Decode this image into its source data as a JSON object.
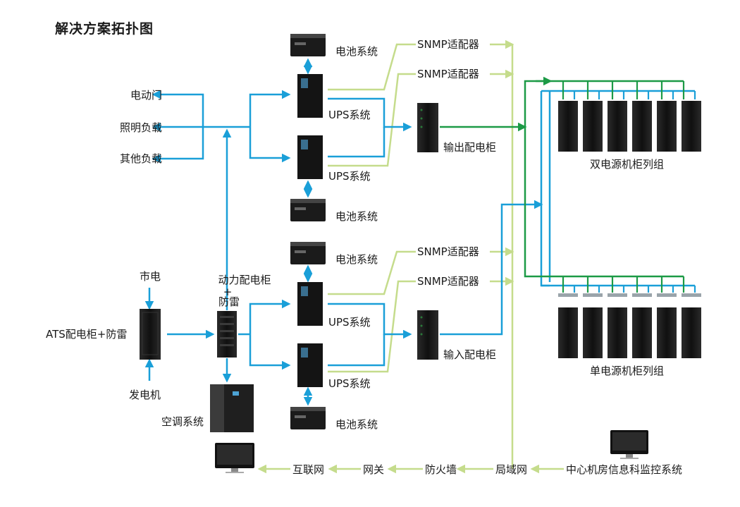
{
  "title": "解决方案拓扑图",
  "labels": {
    "door": "电动门",
    "lighting": "照明负载",
    "other_load": "其他负载",
    "mains": "市电",
    "ats": "ATS配电柜+防雷",
    "generator": "发电机",
    "power_cabinet_line1": "动力配电柜",
    "power_cabinet_plus": "+",
    "power_cabinet_line2": "防雷",
    "aircon": "空调系统",
    "battery_1": "电池系统",
    "battery_2": "电池系统",
    "battery_3": "电池系统",
    "battery_4": "电池系统",
    "ups_1": "UPS系统",
    "ups_2": "UPS系统",
    "ups_3": "UPS系统",
    "ups_4": "UPS系统",
    "snmp_1": "SNMP适配器",
    "snmp_2": "SNMP适配器",
    "snmp_3": "SNMP适配器",
    "snmp_4": "SNMP适配器",
    "output_cabinet": "输出配电柜",
    "input_cabinet": "输入配电柜",
    "dual_rack_group": "双电源机柜列组",
    "single_rack_group": "单电源机柜列组",
    "internet": "互联网",
    "gateway": "网关",
    "firewall": "防火墙",
    "lan": "局域网",
    "monitor_system": "中心机房信息科监控系统"
  },
  "colors": {
    "power_line": "#1a9fd8",
    "network_line": "#c5dc8c",
    "output_line": "#1c9a46",
    "device_dark": "#151515"
  }
}
